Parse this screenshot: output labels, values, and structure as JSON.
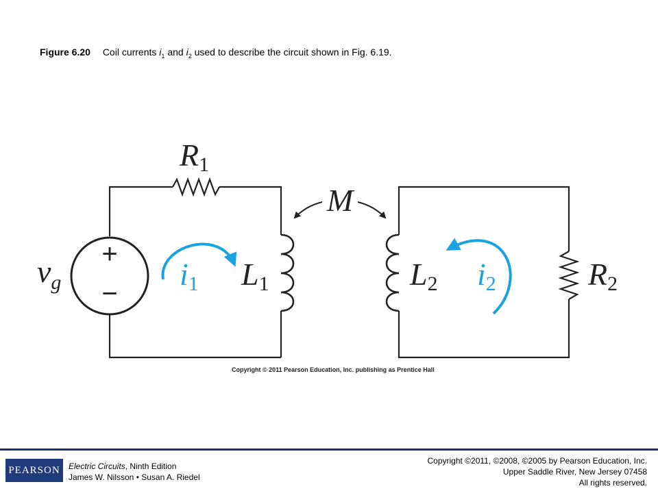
{
  "caption": {
    "figure_label": "Figure 6.20",
    "text_before": "Coil currents",
    "var1": "i",
    "sub1": "1",
    "connector": "and",
    "var2": "i",
    "sub2": "2",
    "text_after": "used to describe the circuit shown in Fig. 6.19."
  },
  "circuit": {
    "source_symbol": "v",
    "source_subscript": "g",
    "source_plus": "+",
    "source_minus": "−",
    "r1_symbol": "R",
    "r1_subscript": "1",
    "r2_symbol": "R",
    "r2_subscript": "2",
    "l1_symbol": "L",
    "l1_subscript": "1",
    "l2_symbol": "L",
    "l2_subscript": "2",
    "mutual_symbol": "M",
    "i1_symbol": "i",
    "i1_subscript": "1",
    "i2_symbol": "i",
    "i2_subscript": "2",
    "current_color": "#1aa3e0"
  },
  "figure_copyright": "Copyright © 2011 Pearson Education, Inc. publishing as Prentice Hall",
  "footer": {
    "logo_text": "PEARSON",
    "book_title": "Electric Circuits",
    "book_edition": ", Ninth Edition",
    "authors": "James W. Nilsson • Susan A. Riedel",
    "copyright_line1": "Copyright ©2011, ©2008, ©2005 by Pearson Education, Inc.",
    "copyright_line2": "Upper Saddle River, New Jersey 07458",
    "copyright_line3": "All rights reserved."
  }
}
